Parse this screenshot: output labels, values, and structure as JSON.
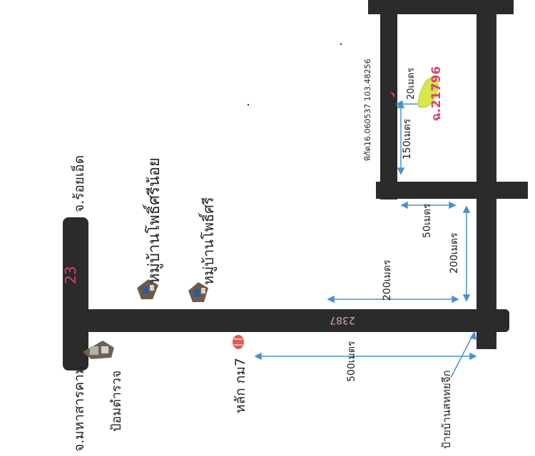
{
  "roads": {
    "highway_number": "23",
    "road_number": "2387"
  },
  "places": {
    "roi_et": "จ.ร้อยเอ็ด",
    "maha_sarakham": "จ.มหาสารคาม",
    "police_box": "ป้อมตำรวจ",
    "village_pho_si_noi": "หมู่บ้านโพธิ์ศรีน้อย",
    "village_pho_si": "หมู่บ้านโพธิ์ศรี",
    "km_marker": "หลัก กม7",
    "sign_huai_chik": "ป้ายบ้านสหทยจีก",
    "coordinates": "พิกัด16.060537  103.48256",
    "lot_number": "ฉ.21796"
  },
  "distances": {
    "d500": "500เมตร",
    "d200_horizontal": "200เมตร",
    "d200_vertical": "200เมตร",
    "d50": "50เมตร",
    "d150": "150เมตร",
    "d20": "20เมตร"
  },
  "colors": {
    "road": "#2b2b2b",
    "arrow": "#4a8fd0",
    "label_red": "#d9436a",
    "plot": "#d8e84a",
    "road_number": "#e0a0b0"
  }
}
